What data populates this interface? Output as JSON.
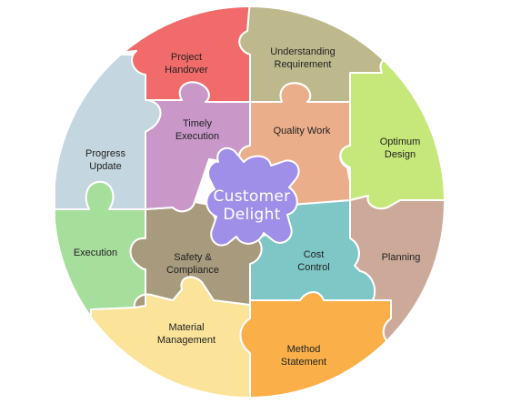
{
  "center": {
    "line1": "Customer",
    "line2": "Delight",
    "color": "#A08FE8"
  },
  "pieces": {
    "project_handover": {
      "line1": "Project",
      "line2": "Handover",
      "color": "#F26B6B"
    },
    "understanding_requirement": {
      "line1": "Understanding",
      "line2": "Requirement",
      "color": "#BDB98C"
    },
    "timely_execution": {
      "line1": "Timely",
      "line2": "Execution",
      "color": "#C998C8"
    },
    "quality_work": {
      "line1": "Quality Work",
      "color": "#EBAE8A"
    },
    "optimum_design": {
      "line1": "Optimum",
      "line2": "Design",
      "color": "#C6E87A"
    },
    "progress_update": {
      "line1": "Progress",
      "line2": "Update",
      "color": "#C4D6DF"
    },
    "execution": {
      "line1": "Execution",
      "color": "#A6DE9C"
    },
    "safety_compliance": {
      "line1": "Safety &",
      "line2": "Compliance",
      "color": "#A79A7D"
    },
    "cost_control": {
      "line1": "Cost",
      "line2": "Control",
      "color": "#7FC6C6"
    },
    "planning": {
      "line1": "Planning",
      "color": "#CDA99A"
    },
    "material_management": {
      "line1": "Material",
      "line2": "Management",
      "color": "#FBE39A"
    },
    "method_statement": {
      "line1": "Method",
      "line2": "Statement",
      "color": "#FAAF48"
    }
  }
}
